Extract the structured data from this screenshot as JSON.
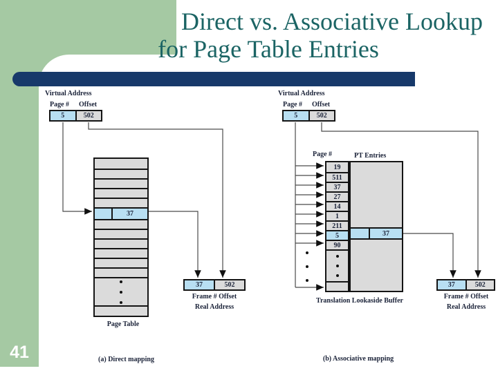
{
  "slide": {
    "title_line1": "Direct vs. Associative Lookup",
    "title_line2": "for Page Table Entries",
    "page_number": "41",
    "colors": {
      "accent_green": "#a5c9a3",
      "bar_navy": "#17396a",
      "title_teal": "#1b6464",
      "highlight_blue": "#b8dff2",
      "cell_gray": "#dbdbdb"
    }
  },
  "direct": {
    "virtual_address_label": "Virtual Address",
    "page_label": "Page #",
    "offset_label": "Offset",
    "page_value": "5",
    "offset_value": "502",
    "table_hit_value": "37",
    "table_label": "Page Table",
    "frame_value": "37",
    "real_offset_value": "502",
    "frame_offset_label": "Frame #  Offset",
    "real_address_label": "Real Address",
    "caption": "(a) Direct mapping"
  },
  "associative": {
    "virtual_address_label": "Virtual Address",
    "page_label": "Page #",
    "offset_label": "Offset",
    "page_value": "5",
    "offset_value": "502",
    "tlb": {
      "page_col_header": "Page #",
      "entries_col_header": "PT Entries",
      "page_numbers": [
        "19",
        "511",
        "37",
        "27",
        "14",
        "1",
        "211",
        "5",
        "90"
      ],
      "hit_page": "5",
      "hit_entry": "37",
      "label": "Translation Lookaside Buffer"
    },
    "frame_value": "37",
    "real_offset_value": "502",
    "frame_offset_label": "Frame #  Offset",
    "real_address_label": "Real Address",
    "caption": "(b) Associative mapping"
  }
}
